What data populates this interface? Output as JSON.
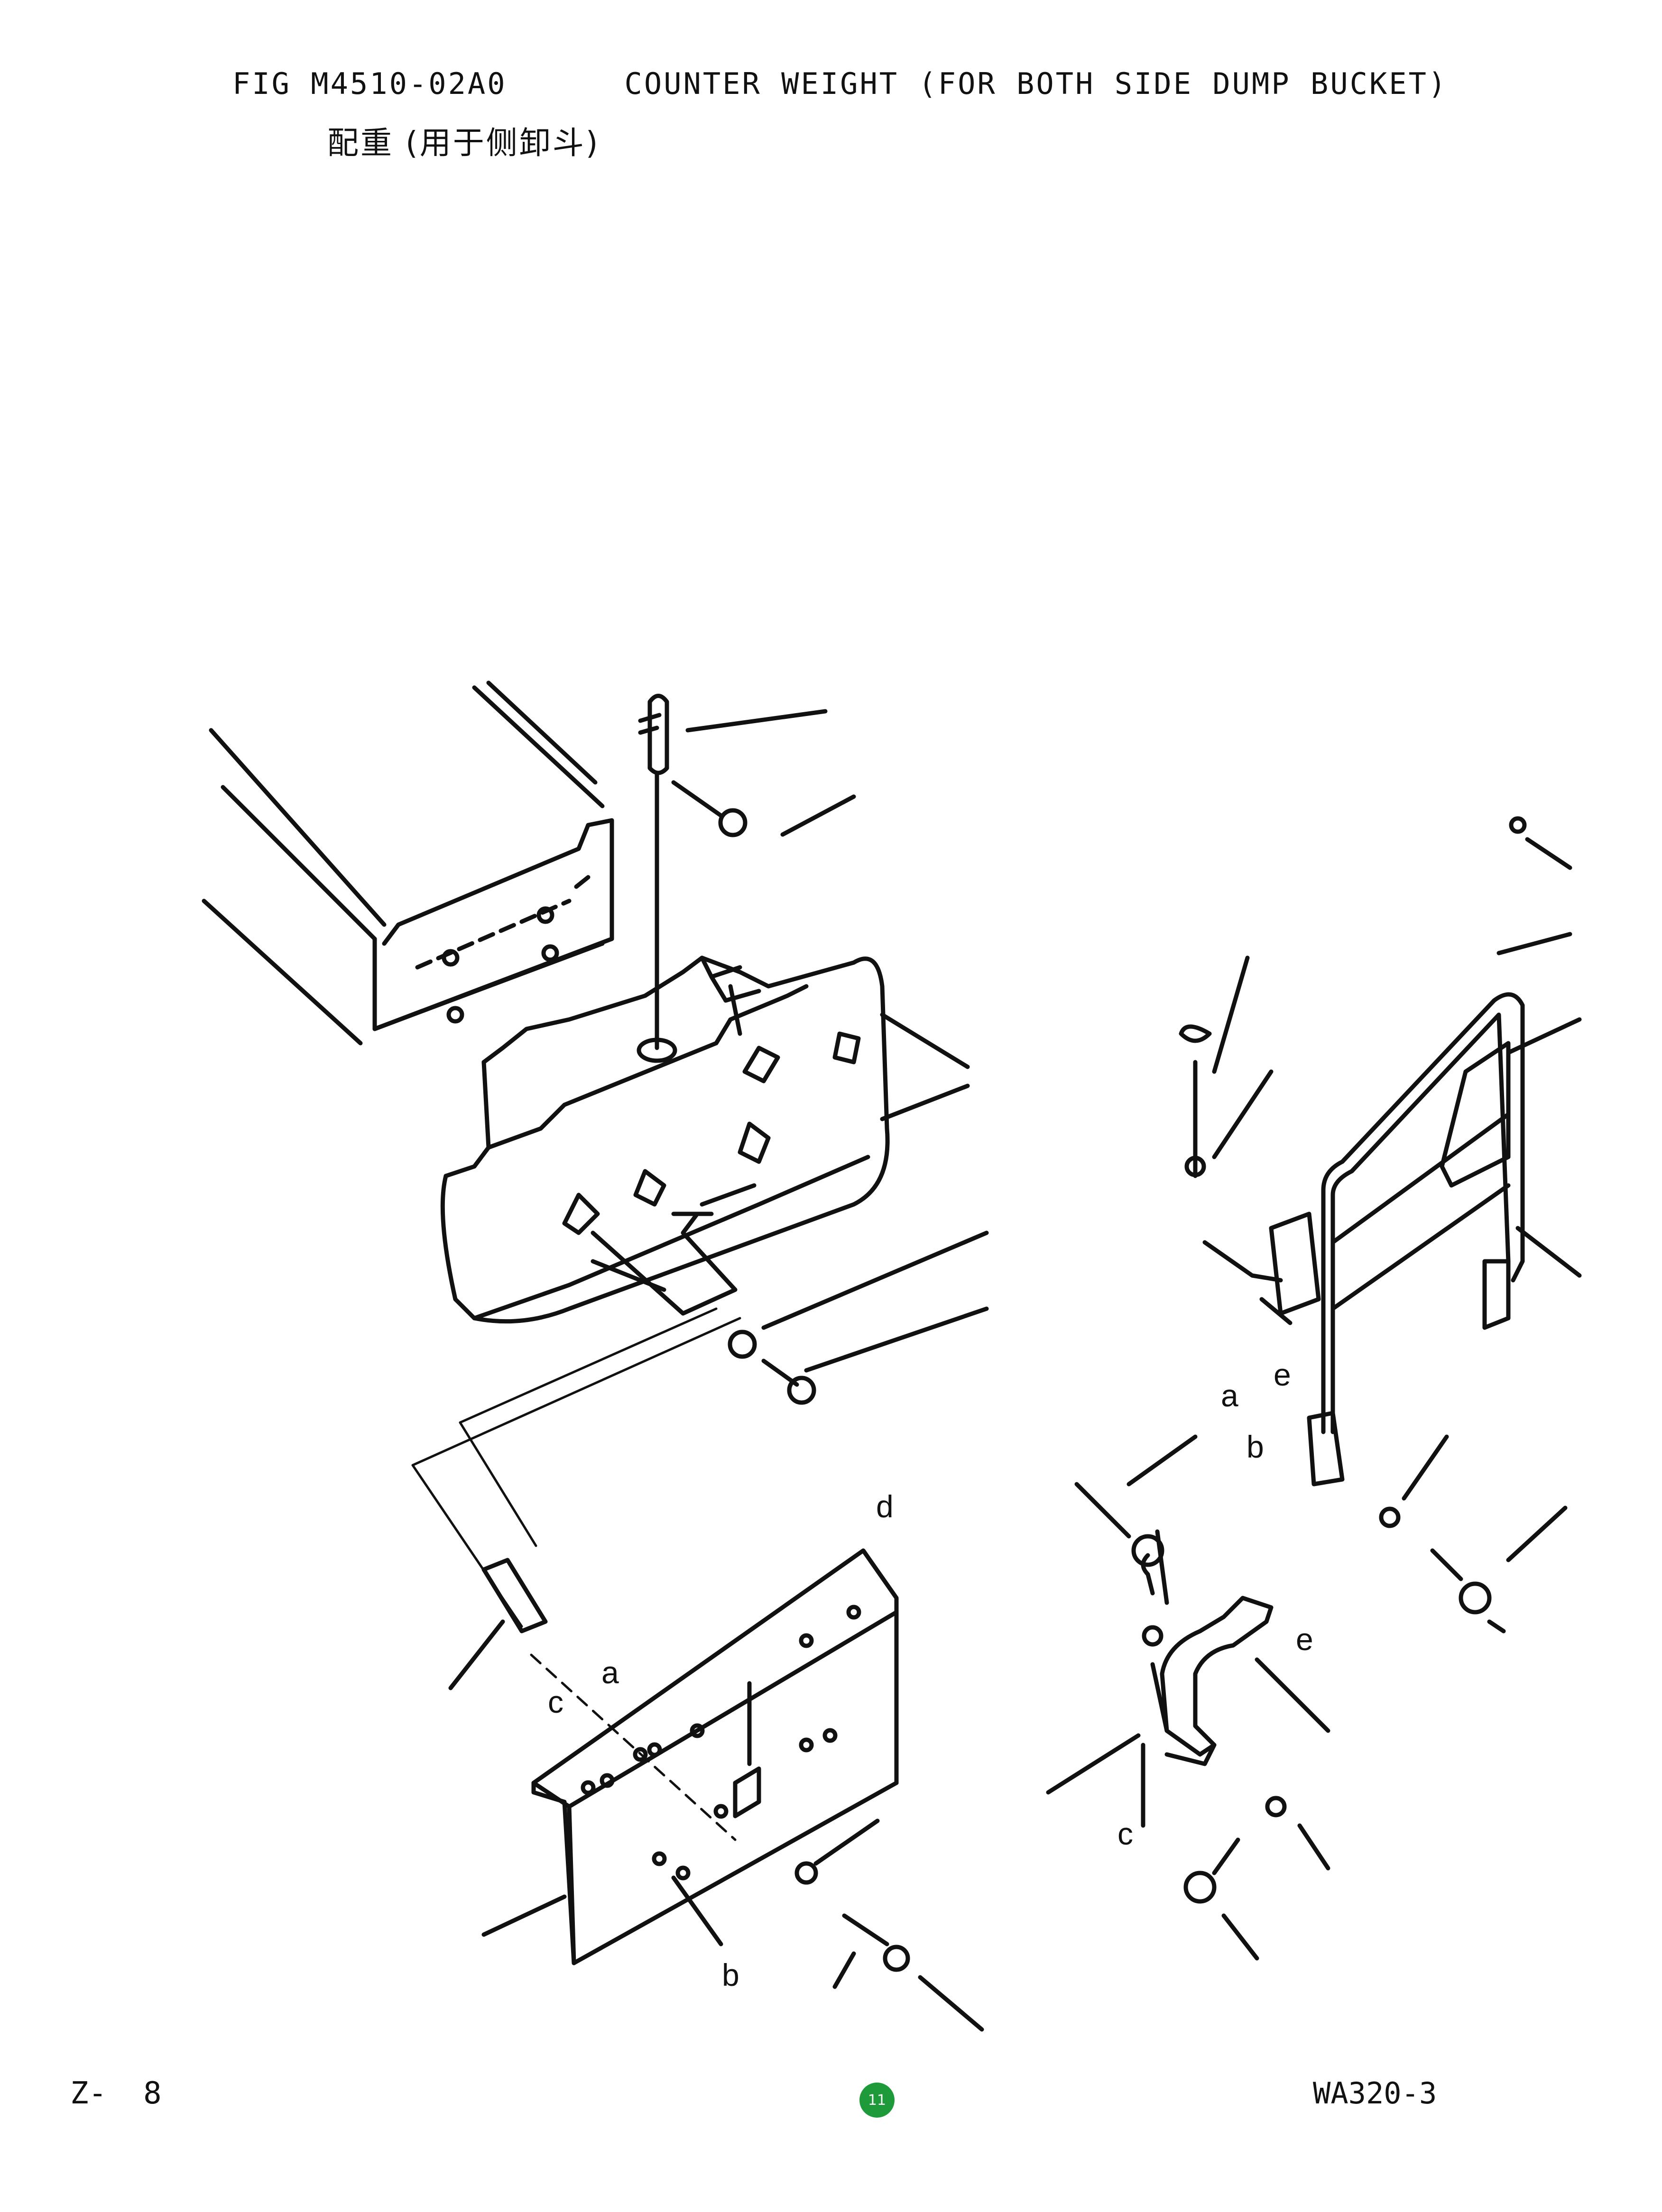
{
  "header": {
    "figure_title": "FIG M4510-02A0      COUNTER WEIGHT (FOR BOTH SIDE DUMP BUCKET)",
    "figure_subtitle": "配重 (用于侧卸斗)"
  },
  "callout_labels": {
    "d": "d",
    "a_lower": "a",
    "c_lower": "c",
    "b_lower": "b",
    "a_right": "a",
    "e_right": "e",
    "b_right": "b",
    "e_lower_right": "e",
    "c_lower_right": "c"
  },
  "footer": {
    "section": "Z-  8",
    "page_badge": "11",
    "model": "WA320-3"
  },
  "colors": {
    "ink": "#111111",
    "badge": "#1f9a3a",
    "background": "#ffffff"
  }
}
